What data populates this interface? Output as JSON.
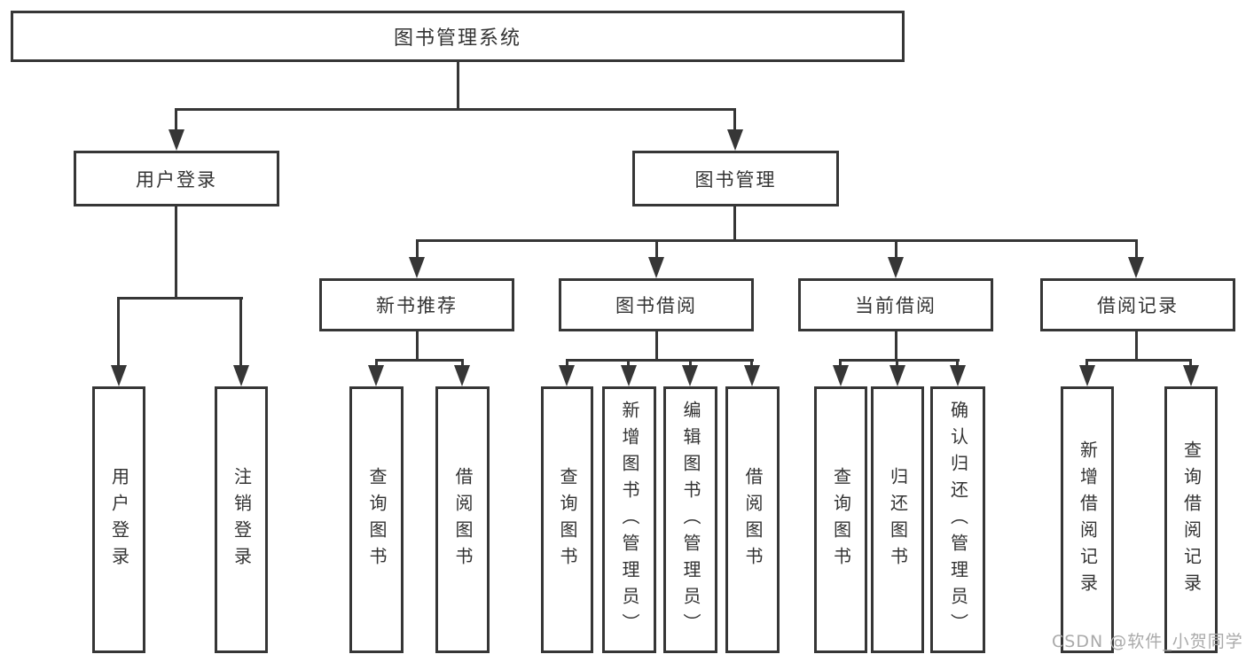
{
  "diagram": {
    "title": "图书管理系统",
    "root": {
      "label": "图书管理系统"
    },
    "level2": [
      {
        "label": "用户登录"
      },
      {
        "label": "图书管理"
      }
    ],
    "level3": [
      {
        "label": "新书推荐"
      },
      {
        "label": "图书借阅"
      },
      {
        "label": "当前借阅"
      },
      {
        "label": "借阅记录"
      }
    ],
    "leaves": [
      {
        "label": "用户登录",
        "parent": "用户登录"
      },
      {
        "label": "注销登录",
        "parent": "用户登录"
      },
      {
        "label": "查询图书",
        "parent": "新书推荐"
      },
      {
        "label": "借阅图书",
        "parent": "新书推荐"
      },
      {
        "label": "查询图书",
        "parent": "图书借阅"
      },
      {
        "label": "新增图书（管理员）",
        "parent": "图书借阅"
      },
      {
        "label": "编辑图书（管理员）",
        "parent": "图书借阅"
      },
      {
        "label": "借阅图书",
        "parent": "图书借阅"
      },
      {
        "label": "查询图书",
        "parent": "当前借阅"
      },
      {
        "label": "归还图书",
        "parent": "当前借阅"
      },
      {
        "label": "确认归还（管理员）",
        "parent": "当前借阅"
      },
      {
        "label": "新增借阅记录",
        "parent": "借阅记录"
      },
      {
        "label": "查询借阅记录",
        "parent": "借阅记录"
      }
    ],
    "watermark": "CSDN @软件_小贺同学",
    "colors": {
      "line": "#363636",
      "text": "#333333",
      "watermark": "#aaaaaa",
      "background": "#ffffff"
    }
  }
}
